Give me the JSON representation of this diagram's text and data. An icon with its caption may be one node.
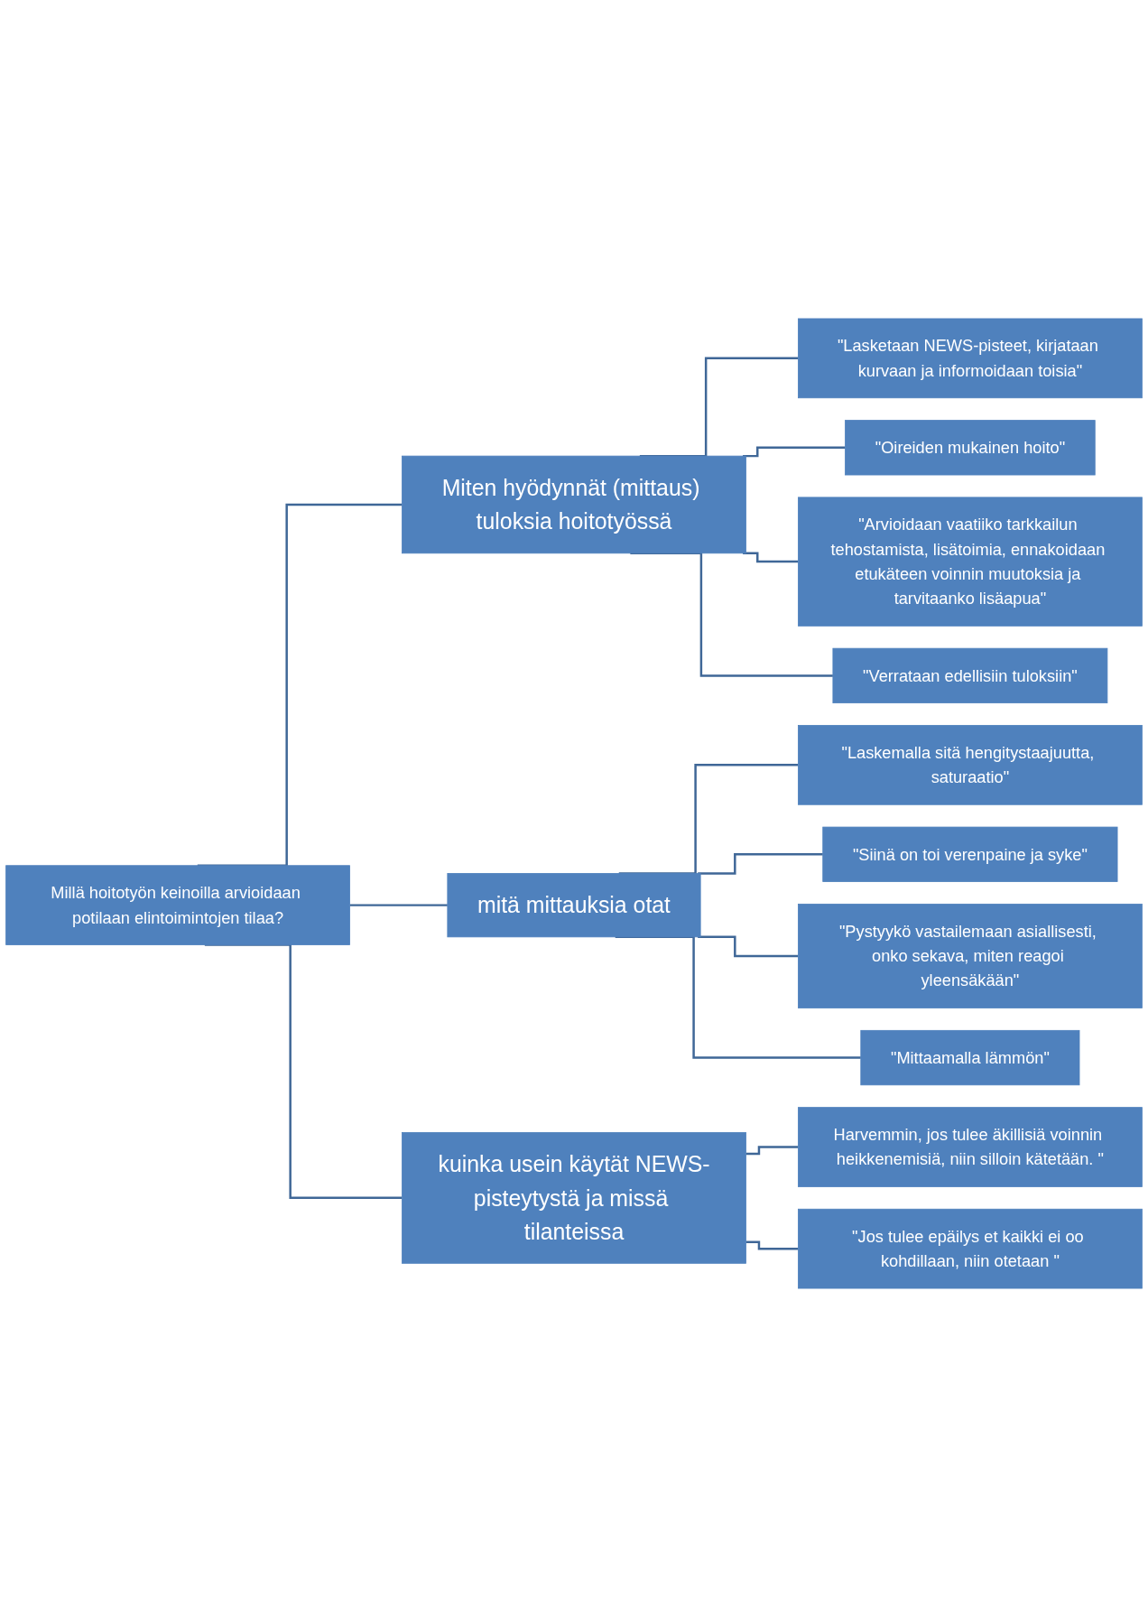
{
  "diagram": {
    "nodes": [
      {
        "text": [
          "Millä hoitotyön keinoilla arvioidaan potilaan elintoimintojen tilaa?"
        ]
      },
      {
        "text": [
          "Miten hyödynnät (mittaus) tuloksia hoitotyössä"
        ]
      },
      {
        "text": [
          "\"Lasketaan NEWS-pisteet, kirjataan kurvaan ja informoidaan toisia\""
        ]
      },
      {
        "text": [
          "\"Oireiden mukainen hoito\""
        ]
      },
      {
        "text": [
          "\"Arvioidaan vaatiiko tarkkailun tehostamista, lisätoimia, ennakoidaan etukäteen voinnin muutoksia ja tarvitaanko lisäapua\""
        ]
      },
      {
        "text": [
          "\"Verrataan edellisiin tuloksiin\""
        ]
      },
      {
        "text": [
          "mitä mittauksia otat"
        ]
      },
      {
        "text": [
          "\"Laskemalla sitä hengitystaajuutta, saturaatio\""
        ]
      },
      {
        "text": [
          "\"Siinä on toi verenpaine ja syke\""
        ]
      },
      {
        "text": [
          "\"Pystyykö vastailemaan asiallisesti, onko sekava, miten reagoi yleensäkään\""
        ]
      },
      {
        "text": [
          "\"Mittaamalla lämmön\""
        ]
      },
      {
        "text": [
          "kuinka usein käytät NEWS-pisteytystä ja missä tilanteissa"
        ]
      },
      {
        "text": [
          "Harvemmin, jos tulee äkillisiä voinnin heikkenemisiä, niin silloin kätetään. \""
        ]
      },
      {
        "text": [
          "\"Jos tulee epäilys et kaikki ei oo kohdillaan, niin otetaan \""
        ]
      }
    ],
    "edges": [
      {
        "from": 0,
        "to": 1,
        "arrow": "none"
      },
      {
        "from": 1,
        "to": 2,
        "arrow": "none"
      },
      {
        "from": 1,
        "to": 3,
        "arrow": "none"
      },
      {
        "from": 1,
        "to": 4,
        "arrow": "none"
      },
      {
        "from": 1,
        "to": 5,
        "arrow": "none"
      },
      {
        "from": 0,
        "to": 6,
        "arrow": "none"
      },
      {
        "from": 6,
        "to": 7,
        "arrow": "none"
      },
      {
        "from": 6,
        "to": 8,
        "arrow": "none"
      },
      {
        "from": 6,
        "to": 9,
        "arrow": "none"
      },
      {
        "from": 6,
        "to": 10,
        "arrow": "none"
      },
      {
        "from": 0,
        "to": 11,
        "arrow": "none"
      },
      {
        "from": 11,
        "to": 12,
        "arrow": "none"
      },
      {
        "from": 11,
        "to": 13,
        "arrow": "none"
      }
    ]
  }
}
